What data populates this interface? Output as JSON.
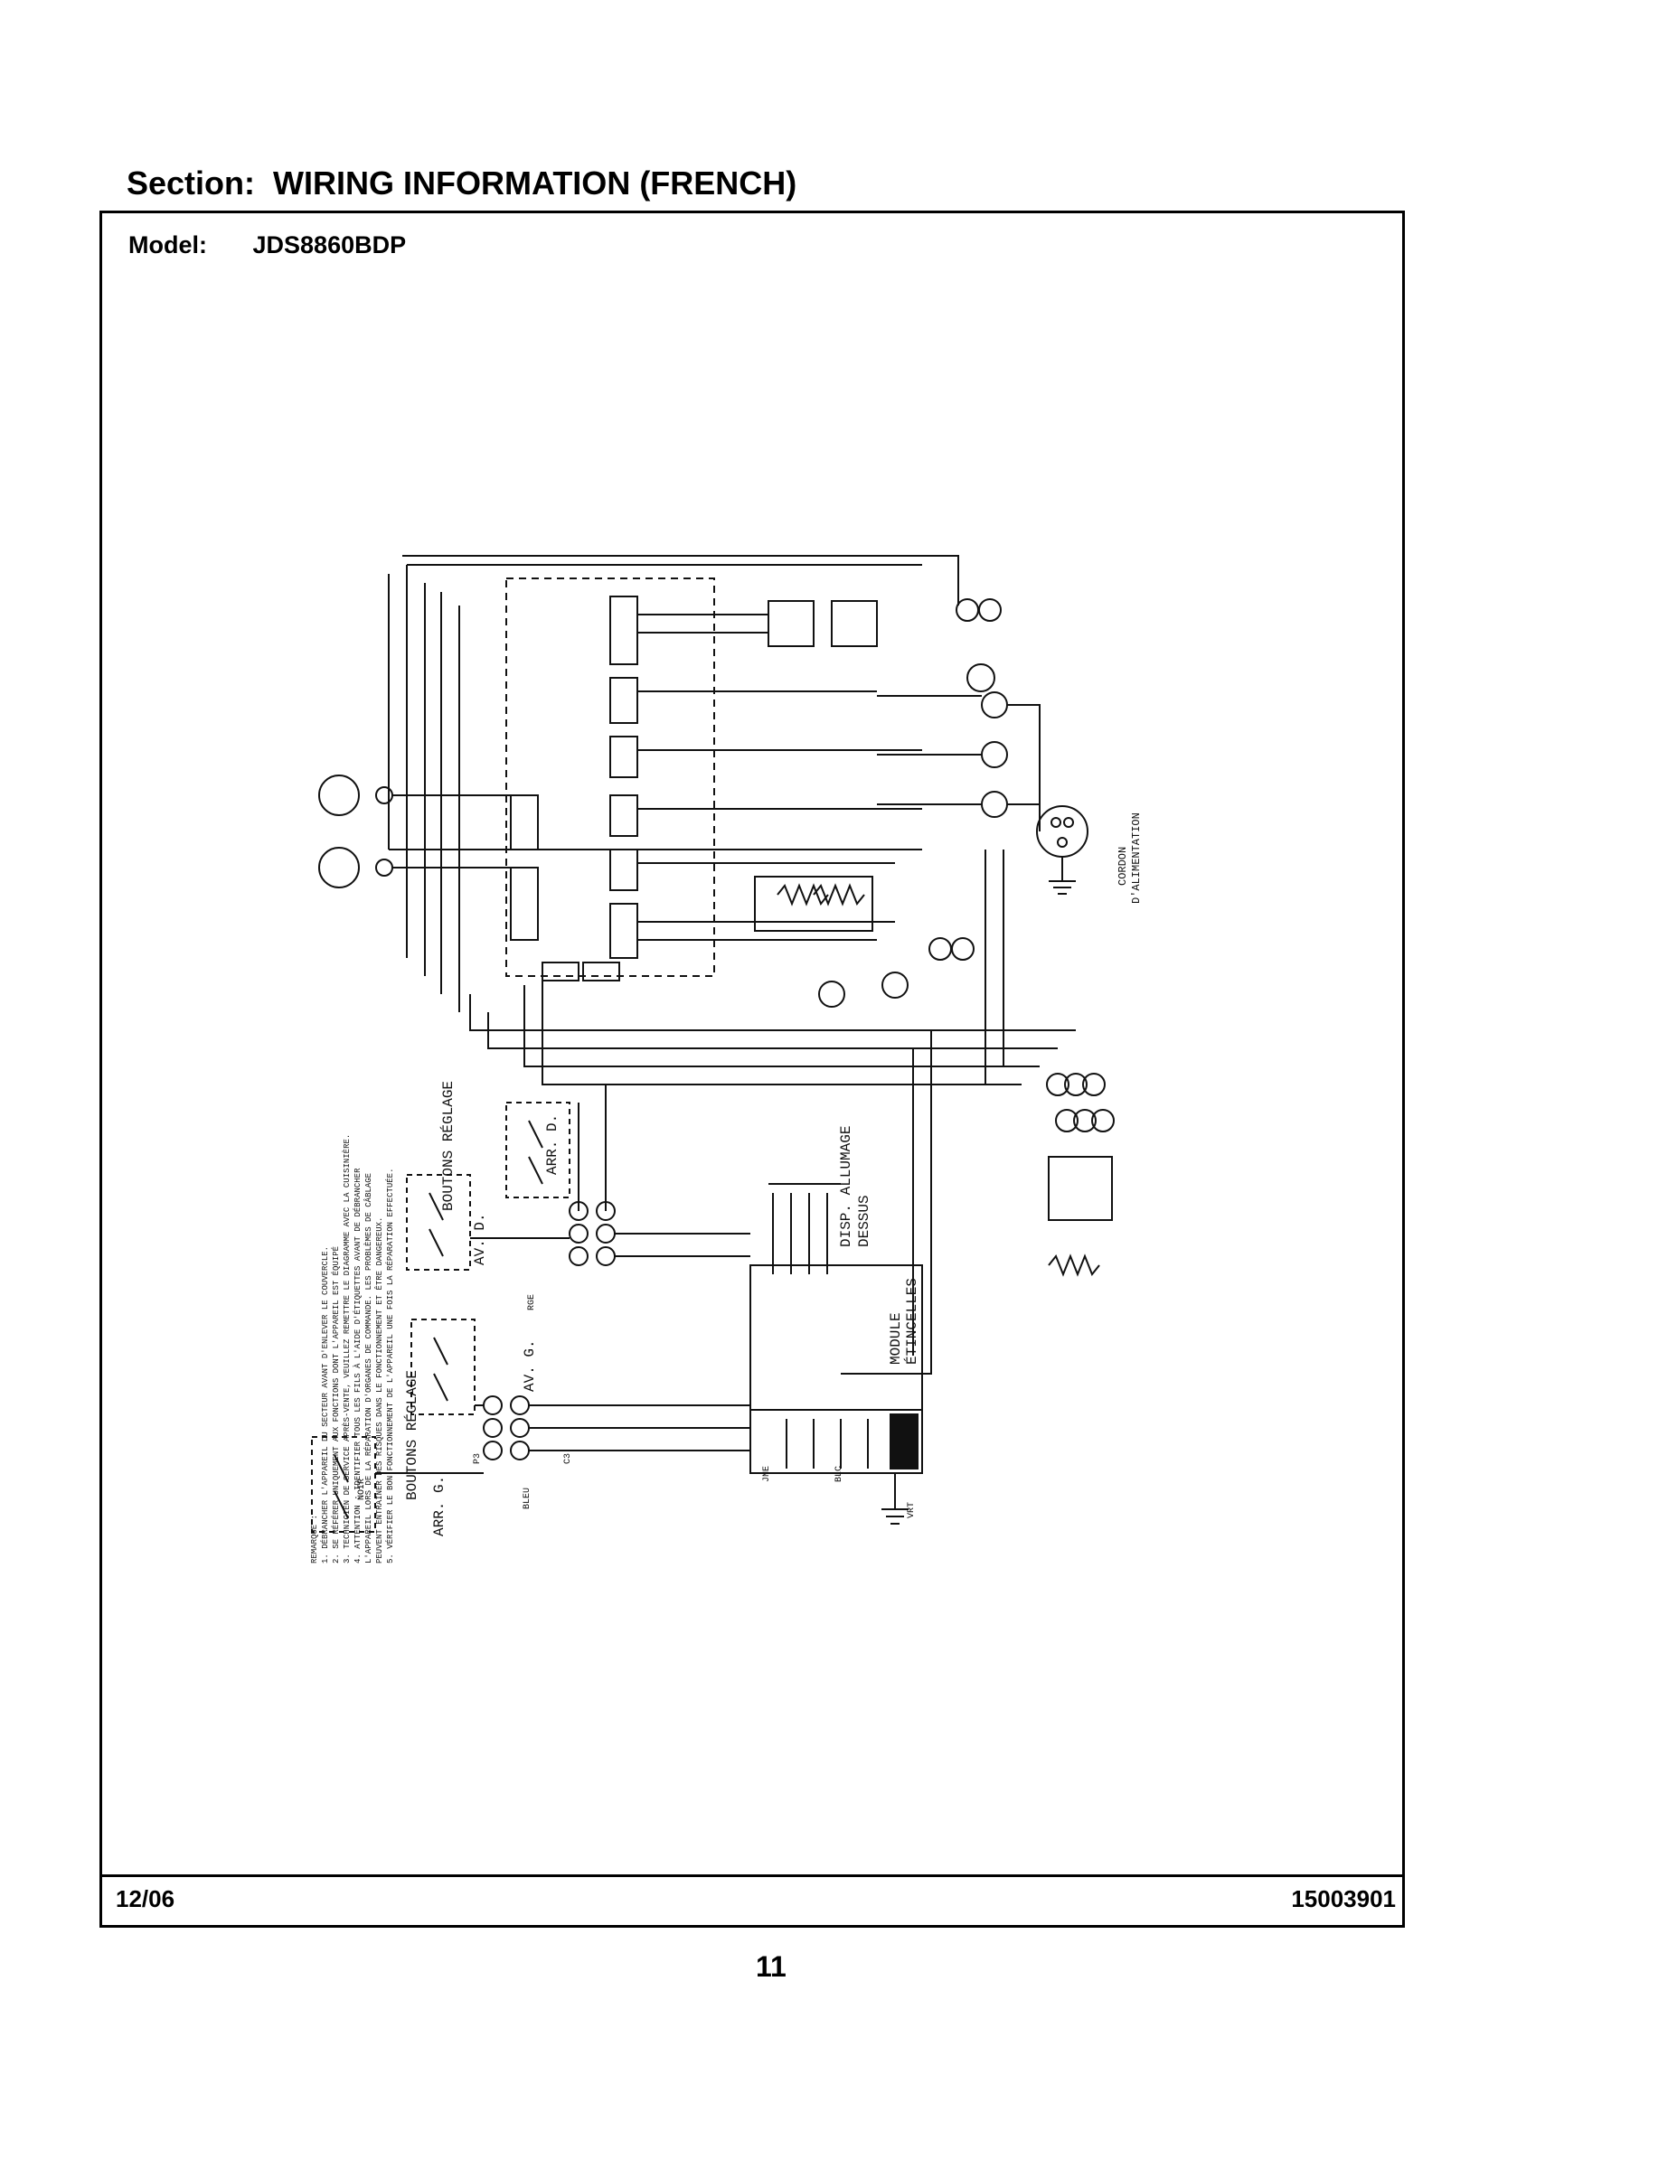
{
  "header": {
    "section_label": "Section:",
    "section_title": "WIRING INFORMATION (FRENCH)",
    "model_label": "Model:",
    "model_value": "JDS8860BDP"
  },
  "footer": {
    "date": "12/06",
    "doc_number": "15003901",
    "page_number": "11"
  },
  "notes": {
    "heading": "REMARQUE :",
    "items": [
      "1. DÉBRANCHER L'APPAREIL DU SECTEUR AVANT D'ENLEVER LE COUVERCLE.",
      "2. SE RÉFÉRER UNIQUEMENT AUX FONCTIONS DONT L'APPAREIL EST ÉQUIPÉ",
      "3. TECHNICIEN DE SERVICE APRÈS-VENTE, VEUILLEZ REMETTRE LE DIAGRAMME AVEC LA CUISINIÈRE.",
      "4. ATTENTION : IDENTIFIER TOUS LES FILS À L'AIDE D'ÉTIQUETTES AVANT DE DÉBRANCHER",
      "L'APPAREIL LORS DE LA RÉPARATION D'ORGANES DE COMMANDE. LES PROBLÈMES DE CÂBLAGE",
      "PEUVENT ENTRAÎNER DES RISQUES DANS LE FONCTIONNEMENT ET ÊTRE DANGEREUX.",
      "5. VÉRIFIER LE BON FONCTIONNEMENT DE L'APPAREIL UNE FOIS LA RÉPARATION EFFECTUÉE."
    ]
  },
  "labels": {
    "boutons_reglage_left": "BOUTONS RÉGLAGE",
    "boutons_reglage_right": "BOUTONS RÉGLAGE",
    "arr_g": "ARR. G.",
    "av_g": "AV. G.",
    "av_d": "AV. D.",
    "arr_d": "ARR. D.",
    "disp_allumage": "DISP. ALLUMAGE",
    "dessus": "DESSUS",
    "module": "MODULE",
    "etincelles": "ÉTINCELLES",
    "cordon": "CORDON",
    "alimentation": "D'ALIMENTATION",
    "noir": "NOIR",
    "bleu": "BLEU",
    "rge": "RGE",
    "blc": "BLC",
    "jne": "JNE",
    "vrt": "VRT",
    "p3": "P3",
    "c3": "C3"
  }
}
